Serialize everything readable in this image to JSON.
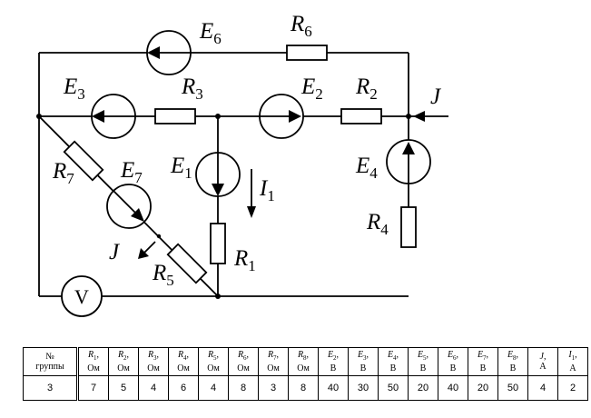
{
  "labels": {
    "E6": {
      "main": "E",
      "sub": "6"
    },
    "R6": {
      "main": "R",
      "sub": "6"
    },
    "E3": {
      "main": "E",
      "sub": "3"
    },
    "R3": {
      "main": "R",
      "sub": "3"
    },
    "E2": {
      "main": "E",
      "sub": "2"
    },
    "R2": {
      "main": "R",
      "sub": "2"
    },
    "J_top": {
      "main": "J"
    },
    "E1": {
      "main": "E",
      "sub": "1"
    },
    "I1": {
      "main": "I",
      "sub": "1"
    },
    "E4": {
      "main": "E",
      "sub": "4"
    },
    "R4": {
      "main": "R",
      "sub": "4"
    },
    "R7": {
      "main": "R",
      "sub": "7"
    },
    "E7": {
      "main": "E",
      "sub": "7"
    },
    "J_diag": {
      "main": "J"
    },
    "R1": {
      "main": "R",
      "sub": "1"
    },
    "R5": {
      "main": "R",
      "sub": "5"
    },
    "V": "V"
  },
  "table": {
    "headers": [
      {
        "sym": "№",
        "unit": "группы"
      },
      {
        "sym": "R",
        "sub": "1",
        "unit": "Ом"
      },
      {
        "sym": "R",
        "sub": "2",
        "unit": "Ом"
      },
      {
        "sym": "R",
        "sub": "3",
        "unit": "Ом"
      },
      {
        "sym": "R",
        "sub": "4",
        "unit": "Ом"
      },
      {
        "sym": "R",
        "sub": "5",
        "unit": "Ом"
      },
      {
        "sym": "R",
        "sub": "6",
        "unit": "Ом"
      },
      {
        "sym": "R",
        "sub": "7",
        "unit": "Ом"
      },
      {
        "sym": "R",
        "sub": "8",
        "unit": "Ом"
      },
      {
        "sym": "E",
        "sub": "2",
        "unit": "В"
      },
      {
        "sym": "E",
        "sub": "3",
        "unit": "В"
      },
      {
        "sym": "E",
        "sub": "4",
        "unit": "В"
      },
      {
        "sym": "E",
        "sub": "5",
        "unit": "В"
      },
      {
        "sym": "E",
        "sub": "6",
        "unit": "В"
      },
      {
        "sym": "E",
        "sub": "7",
        "unit": "В"
      },
      {
        "sym": "E",
        "sub": "8",
        "unit": "В"
      },
      {
        "sym": "J",
        "sub": "",
        "unit": "А"
      },
      {
        "sym": "I",
        "sub": "1",
        "unit": "А"
      }
    ],
    "values": [
      "3",
      "7",
      "5",
      "4",
      "6",
      "4",
      "8",
      "3",
      "8",
      "40",
      "30",
      "50",
      "20",
      "40",
      "20",
      "50",
      "4",
      "2"
    ]
  }
}
